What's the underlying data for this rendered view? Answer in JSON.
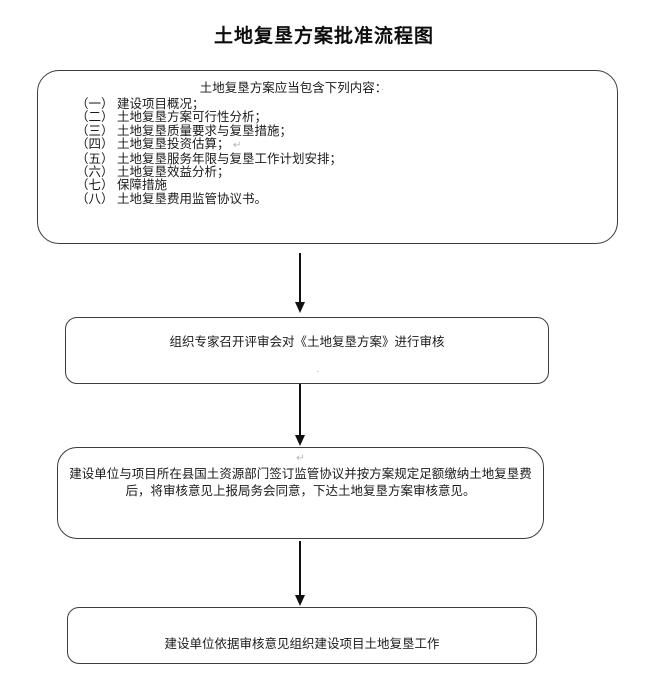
{
  "page": {
    "title": "土地复垦方案批准流程图"
  },
  "colors": {
    "background": "#ffffff",
    "box_border": "#3c3c3c",
    "text": "#1a1a1a",
    "arrow": "#111111",
    "faint_mark": "#b3b3b3"
  },
  "marks": {
    "pilcrow": "↵",
    "dot": "·"
  },
  "flowchart": {
    "contents_box": {
      "heading": "土地复垦方案应当包含下列内容：",
      "items": [
        "（一） 建设项目概况；",
        "（二） 土地复垦方案可行性分析；",
        "（三） 土地复垦质量要求与复垦措施；",
        "（四） 土地复垦投资估算；",
        "（五） 土地复垦服务年限与复垦工作计划安排；",
        "（六） 土地复垦效益分析；",
        "（七） 保障措施",
        "（八） 土地复垦费用监管协议书。"
      ]
    },
    "review_box": {
      "text": "组织专家召开评审会对《土地复垦方案》进行审核"
    },
    "agreement_box": {
      "line1": "建设单位与项目所在县国土资源部门签订监管协议并按方案规定足额缴纳土地复垦费",
      "line2": "后，将审核意见上报局务会同意，下达土地复垦方案审核意见。"
    },
    "implementation_box": {
      "text": "建设单位依据审核意见组织建设项目土地复垦工作"
    }
  }
}
